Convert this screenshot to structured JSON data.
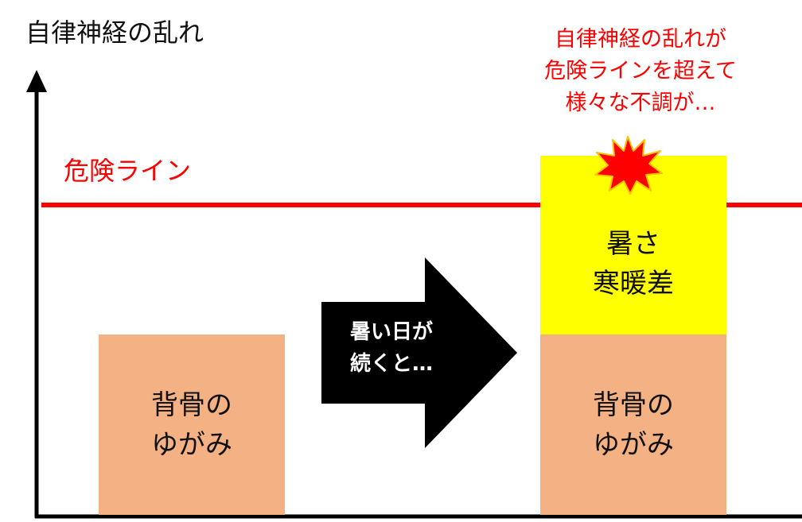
{
  "y_axis_label": "自律神経の乱れ",
  "danger_line": {
    "label": "危険ライン",
    "color": "#ff0000"
  },
  "annotation": {
    "lines": [
      "自律神経の乱れが",
      "危険ラインを超えて",
      "様々な不調が…"
    ],
    "color": "#ff0000"
  },
  "left_bar": {
    "lines": [
      "背骨の",
      "ゆがみ"
    ],
    "color": "#f4b183"
  },
  "arrow": {
    "lines": [
      "暑い日が",
      "続くと…"
    ],
    "color": "#000000"
  },
  "right_bar": {
    "bottom": {
      "lines": [
        "背骨の",
        "ゆがみ"
      ],
      "color": "#f4b183"
    },
    "top": {
      "lines": [
        "暑さ",
        "寒暖差"
      ],
      "color": "#ffff00"
    }
  },
  "burst_icon": {
    "fill": "#ff0000",
    "stroke": "#ffc000"
  },
  "axis_color": "#000000"
}
